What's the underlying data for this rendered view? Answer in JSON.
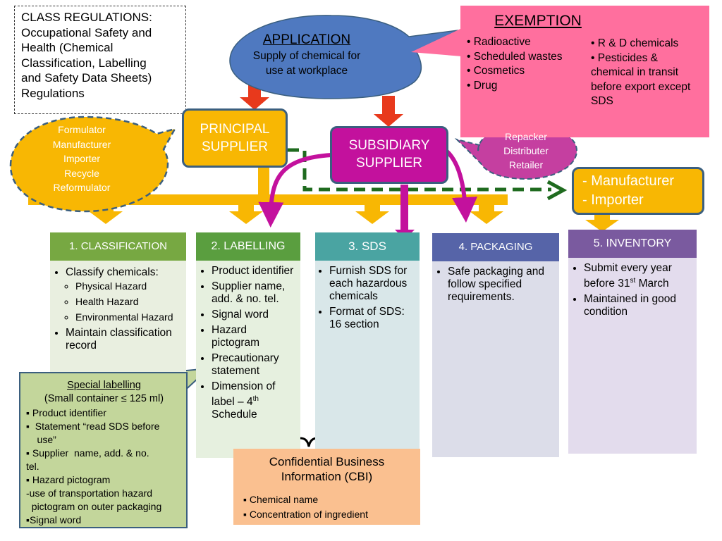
{
  "title_box": {
    "lines": [
      "CLASS REGULATIONS:",
      "Occupational Safety and",
      "Health (Chemical",
      "Classification, Labelling",
      "and Safety Data Sheets)",
      "Regulations"
    ]
  },
  "application": {
    "title": "APPLICATION",
    "line1": "Supply of chemical for",
    "line2": "use at workplace"
  },
  "exemption": {
    "title": "EXEMPTION",
    "left_items": [
      "Radioactive",
      "Scheduled wastes",
      "Cosmetics",
      "Drug"
    ],
    "right_items": [
      "R & D chemicals",
      "Pesticides & chemical in transit before  export except  SDS"
    ]
  },
  "principal": {
    "line1": "PRINCIPAL",
    "line2": "SUPPLIER"
  },
  "subsidiary": {
    "line1": "SUBSIDIARY",
    "line2": "SUPPLIER"
  },
  "formulator_bubble": [
    "Formulator",
    "Manufacturer",
    "Importer",
    "Recycle",
    "Reformulator"
  ],
  "repacker_bubble": [
    "Repacker",
    "Distributer",
    "Retailer"
  ],
  "manufacturer_box": {
    "line1": "- Manufacturer",
    "line2": "- Importer"
  },
  "columns": {
    "classification": {
      "header": "1. CLASSIFICATION",
      "item1": "Classify chemicals:",
      "subitems": [
        "Physical Hazard",
        "Health Hazard",
        "Environmental Hazard"
      ],
      "item2": "Maintain classification record"
    },
    "labelling": {
      "header": "2. LABELLING",
      "items": [
        "Product identifier",
        "Supplier name, add. & no. tel.",
        "Signal word",
        "Hazard pictogram",
        "Precautionary statement"
      ],
      "last_item_text": "Dimension of label – 4",
      "last_item_sup": "th",
      "last_item_tail": "Schedule"
    },
    "sds": {
      "header": "3. SDS",
      "items": [
        "Furnish SDS for each hazardous chemicals",
        "Format of SDS: 16 section"
      ]
    },
    "packaging": {
      "header": "4. PACKAGING",
      "items": [
        "Safe packaging and follow specified requirements."
      ]
    },
    "inventory": {
      "header": "5. INVENTORY",
      "item1_a": "Submit every year before 31",
      "item1_sup": "st",
      "item1_b": " March",
      "item2": "Maintained in good condition"
    }
  },
  "special_labelling": {
    "title": "Special labelling",
    "subtitle": "(Small container ≤ 125 ml)",
    "lines": [
      "▪ Product identifier",
      "▪  Statement “read SDS before",
      "    use”",
      "▪ Supplier  name, add. & no.",
      "tel.",
      "▪ Hazard pictogram",
      "-use of transportation hazard",
      "  pictogram on outer packaging",
      "▪Signal word"
    ]
  },
  "cbi": {
    "title_line1": "Confidential Business",
    "title_line2": "Information (CBI)",
    "items": [
      "Chemical name",
      "Concentration of ingredient"
    ]
  },
  "colors": {
    "yellow": "#f8b703",
    "magenta": "#c3119d",
    "red_arrow": "#e8391c",
    "green_dash": "#1f6b1f",
    "blue_ellipse": "#4f79c0",
    "exemption_pink": "#ff6f9e"
  }
}
